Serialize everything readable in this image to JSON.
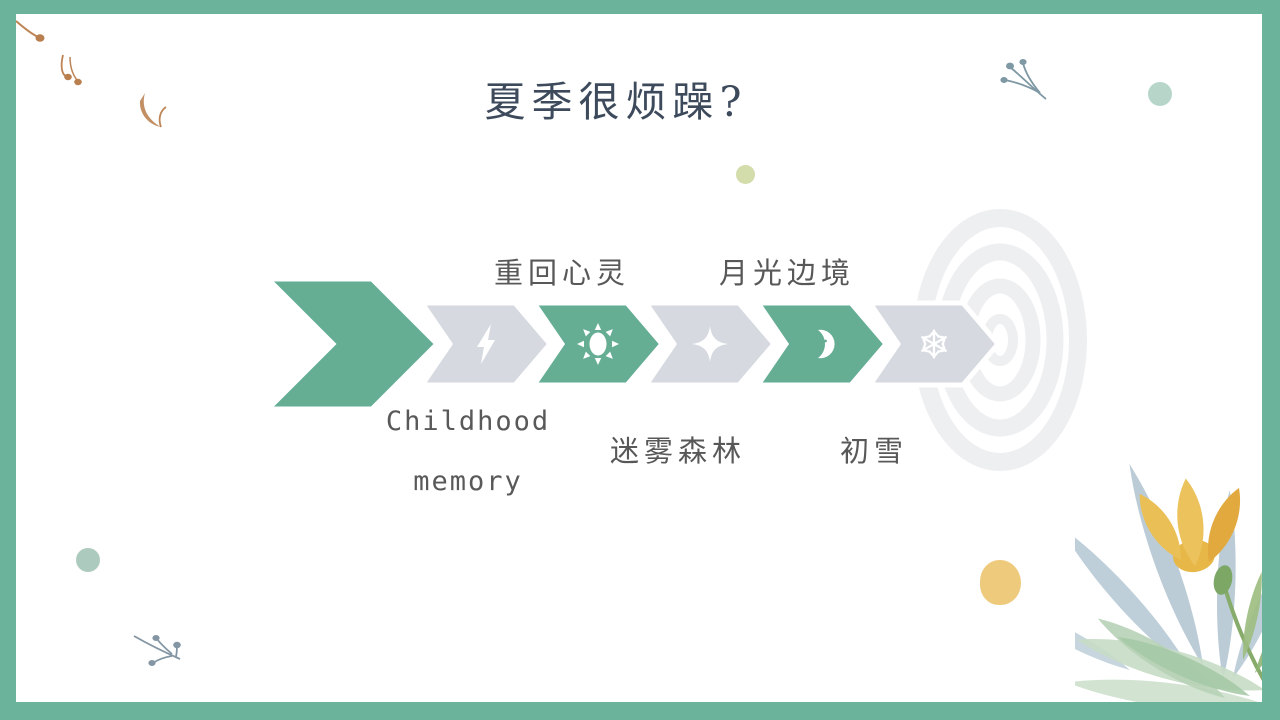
{
  "slide": {
    "title": "夏季很烦躁?",
    "timeline": {
      "steps": [
        {
          "name": "start-chevron",
          "type": "chevron-large",
          "color": "green",
          "label": ""
        },
        {
          "name": "step-childhood-memory",
          "icon": "lightning-icon",
          "color": "grey",
          "label": "Childhood memory",
          "label_lines": [
            "Childhood",
            "memory"
          ],
          "label_position": "below"
        },
        {
          "name": "step-return-to-heart",
          "icon": "sun-icon",
          "color": "green",
          "label": "重回心灵",
          "label_position": "above"
        },
        {
          "name": "step-misty-forest",
          "icon": "sparkle-icon",
          "color": "grey",
          "label": "迷雾森林",
          "label_position": "below"
        },
        {
          "name": "step-moonlight-border",
          "icon": "moon-icon",
          "color": "green",
          "label": "月光边境",
          "label_position": "above"
        },
        {
          "name": "step-first-snow",
          "icon": "snowflake-icon",
          "color": "grey",
          "label": "初雪",
          "label_position": "below"
        }
      ]
    },
    "colors": {
      "frame_green": "#6cb39c",
      "chevron_green": "#65ae93",
      "chevron_grey": "#d6dae0",
      "title_text": "#3d4a5c",
      "label_text": "#585858",
      "rings_grey": "#edeff1",
      "tan_sprig": "#bd8455",
      "blue_sprig": "#7e98a4",
      "dot_teal": "#b7d6c9",
      "dot_olive": "#d3dcab",
      "dot_green": "#adcabe",
      "dot_yellow": "#eeca7c"
    },
    "decorations": [
      "target-rings",
      "tan-sprigs-top-left",
      "blue-sprig-top-right",
      "teal-dot-top-right",
      "olive-dot-center",
      "green-dot-bottom-left",
      "blue-sprig-bottom-left",
      "yellow-dot-bottom-right",
      "watercolor-flower"
    ]
  }
}
